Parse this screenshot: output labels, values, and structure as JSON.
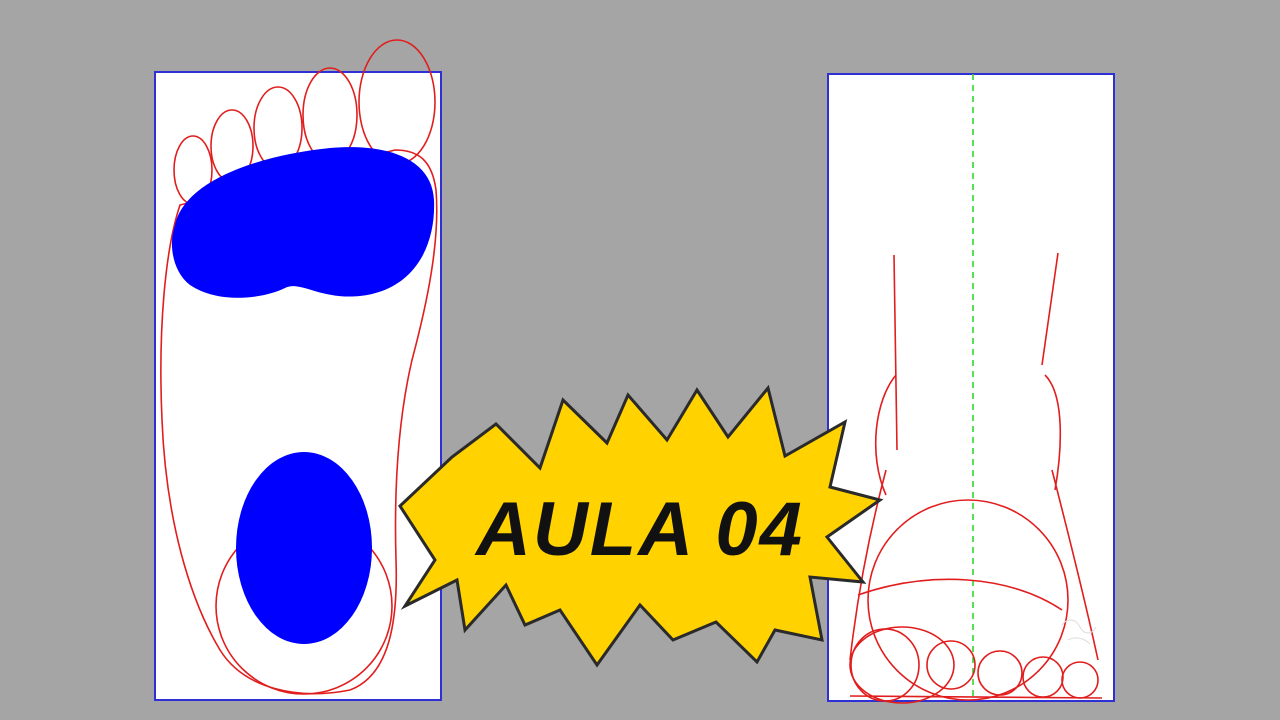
{
  "badge": {
    "text": "AULA 04",
    "fill_color": "#ffd200",
    "border_color": "#2a2a2a"
  },
  "colors": {
    "background": "#a5a5a5",
    "panel": "#ffffff",
    "panel_border": "#2f2fd6",
    "outline": "#e11e1e",
    "pressure_area": "#0000ff",
    "midline": "#2fd62f"
  },
  "drawings": {
    "left": {
      "name": "foot-sole-pressure-diagram"
    },
    "right": {
      "name": "foot-front-view-construction"
    }
  }
}
